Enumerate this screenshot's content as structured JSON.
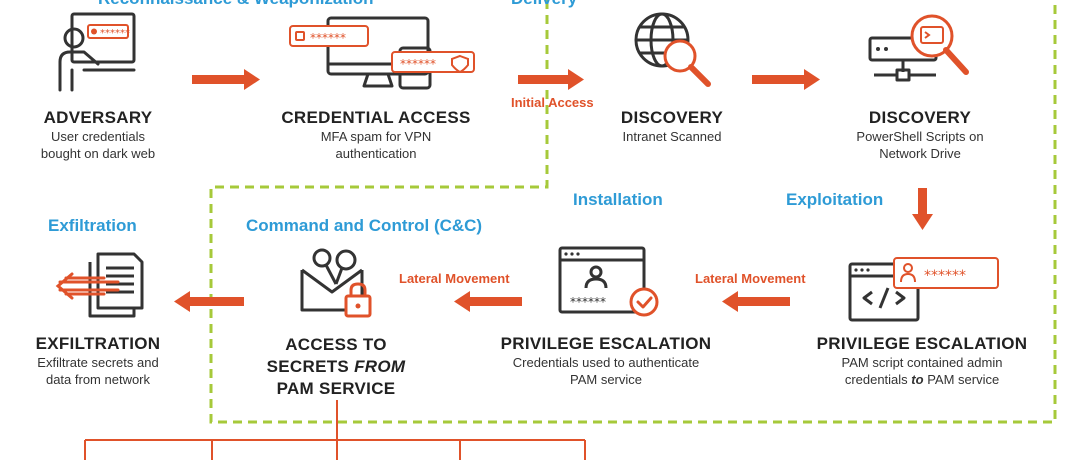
{
  "phases": {
    "recon": "Reconnaissance & Weaponization",
    "delivery": "Delivery",
    "exploitation": "Exploitation",
    "installation": "Installation",
    "command_control": "Command and Control (C&C)",
    "exfiltration": "Exfiltration"
  },
  "arrow_labels": {
    "initial_access": "Initial Access",
    "lateral_movement_1": "Lateral Movement",
    "lateral_movement_2": "Lateral Movement"
  },
  "steps": {
    "adversary": {
      "title": "ADVERSARY",
      "desc1": "User credentials",
      "desc2": "bought on dark web"
    },
    "credential_access": {
      "title": "CREDENTIAL ACCESS",
      "desc1": "MFA spam for VPN",
      "desc2": "authentication"
    },
    "discovery_1": {
      "title": "DISCOVERY",
      "desc1": "Intranet Scanned"
    },
    "discovery_2": {
      "title": "DISCOVERY",
      "desc1": "PowerShell Scripts on",
      "desc2": "Network Drive"
    },
    "priv_esc_1": {
      "title": "PRIVILEGE ESCALATION",
      "desc1": "PAM script contained admin",
      "desc2_pre": "credentials ",
      "desc2_em": "to",
      "desc2_post": " PAM service"
    },
    "priv_esc_2": {
      "title": "PRIVILEGE ESCALATION",
      "desc1": "Credentials used to authenticate",
      "desc2": "PAM service"
    },
    "access_secrets": {
      "title1": "ACCESS TO",
      "title2_pre": "SECRETS ",
      "title2_em": "FROM",
      "title3": "PAM SERVICE"
    },
    "exfiltration": {
      "title": "EXFILTRATION",
      "desc1": "Exfiltrate secrets and",
      "desc2": "data from network"
    }
  },
  "icons": {
    "adversary": "hacker-at-computer-icon",
    "credential_access": "monitor-password-icon",
    "discovery_1": "globe-magnifier-icon",
    "discovery_2": "server-magnifier-icon",
    "priv_esc_1": "code-window-password-icon",
    "priv_esc_2": "login-window-check-icon",
    "access_secrets": "keys-envelope-lock-icon",
    "exfiltration": "documents-exfiltrate-icon",
    "masked_text_a": "******",
    "masked_text_b": "******",
    "masked_text_c": "******",
    "masked_text_d": "******"
  },
  "colors": {
    "accent_orange": "#e0522a",
    "phase_blue": "#2e9bd6",
    "dashed_green": "#a6c93a",
    "icon_dark": "#333333"
  }
}
